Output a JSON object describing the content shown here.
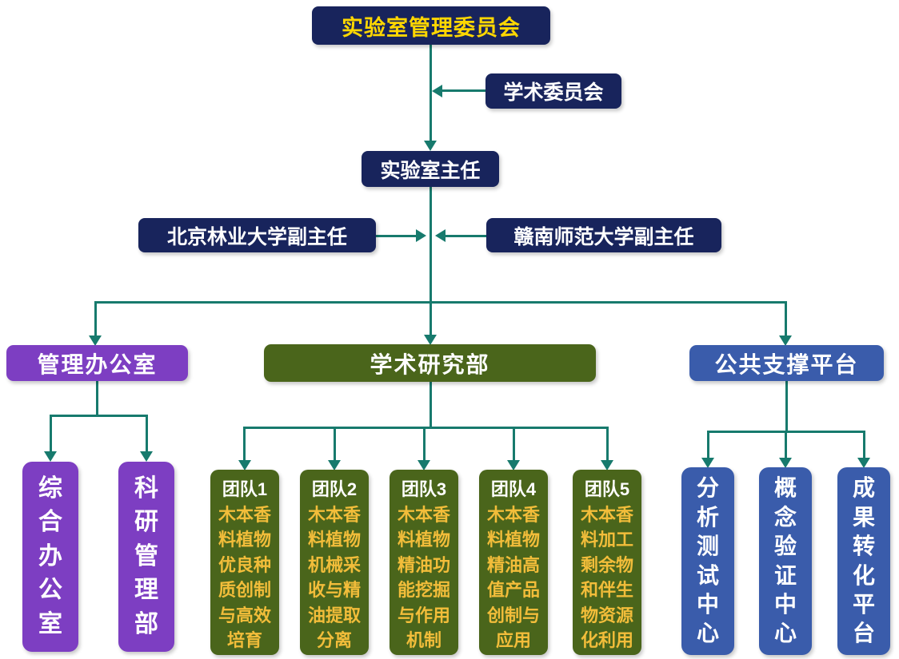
{
  "colors": {
    "navy": "#18245c",
    "gold": "#ffd700",
    "purple": "#7d3ec2",
    "green": "#4a651b",
    "blue": "#3a5cab",
    "line": "#177a6d",
    "team_text": "#f2bd3a"
  },
  "nodes": {
    "management_committee": "实验室管理委员会",
    "academic_committee": "学术委员会",
    "lab_director": "实验室主任",
    "deputy_left": "北京林业大学副主任",
    "deputy_right": "赣南师范大学副主任",
    "management_office": "管理办公室",
    "academic_research_dept": "学术研究部",
    "public_support_platform": "公共支撑平台",
    "general_office": "综合办公室",
    "research_management_dept": "科研管理部"
  },
  "teams": [
    {
      "label": "团队1",
      "description": "木本香料植物优良种质创制与高效培育"
    },
    {
      "label": "团队2",
      "description": "木本香料植物机械采收与精油提取分离"
    },
    {
      "label": "团队3",
      "description": "木本香料植物精油功能挖掘与作用机制"
    },
    {
      "label": "团队4",
      "description": "木本香料植物精油高值产品创制与应用"
    },
    {
      "label": "团队5",
      "description": "木本香料加工剩余物和伴生物资源化利用"
    }
  ],
  "platforms": [
    {
      "label": "分析测试中心"
    },
    {
      "label": "概念验证中心"
    },
    {
      "label": "成果转化平台"
    }
  ]
}
